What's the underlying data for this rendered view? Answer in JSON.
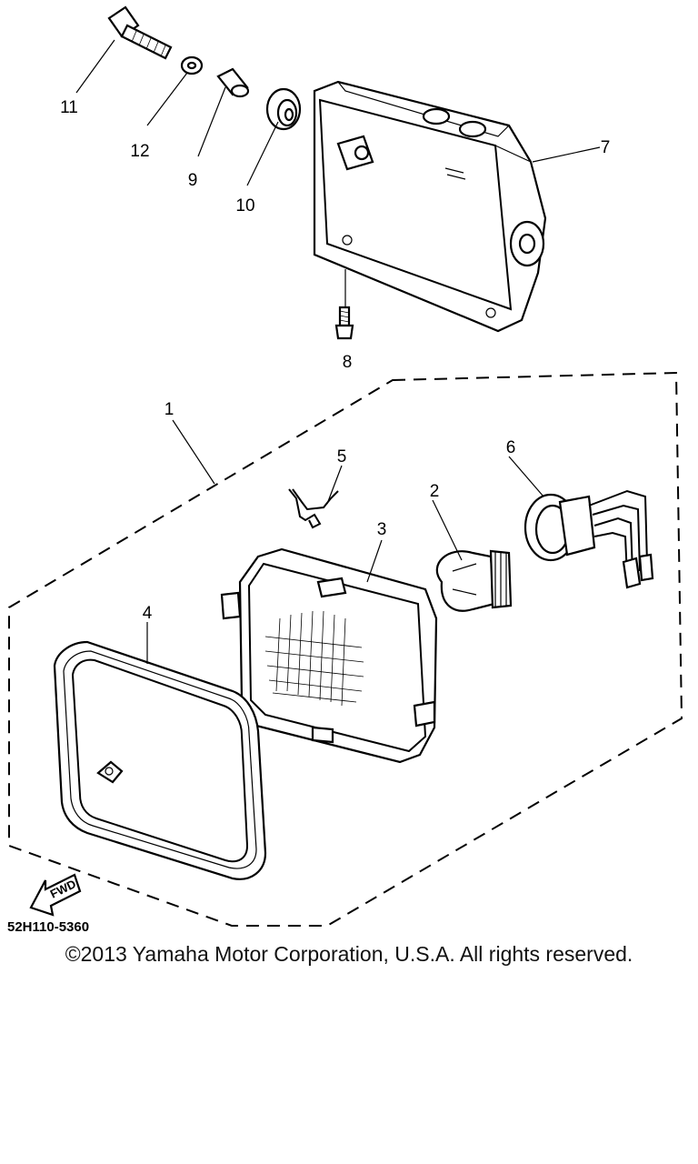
{
  "diagram": {
    "callouts": [
      {
        "id": "11",
        "label": "11"
      },
      {
        "id": "12",
        "label": "12"
      },
      {
        "id": "9",
        "label": "9"
      },
      {
        "id": "10",
        "label": "10"
      },
      {
        "id": "7",
        "label": "7"
      },
      {
        "id": "8",
        "label": "8"
      },
      {
        "id": "1",
        "label": "1"
      },
      {
        "id": "5",
        "label": "5"
      },
      {
        "id": "2",
        "label": "2"
      },
      {
        "id": "6",
        "label": "6"
      },
      {
        "id": "3",
        "label": "3"
      },
      {
        "id": "4",
        "label": "4"
      }
    ],
    "fwd_label": "FWD",
    "diagram_code": "52H110-5360"
  },
  "footer": {
    "copyright": "©2013 Yamaha Motor Corporation, U.S.A. All rights reserved."
  }
}
